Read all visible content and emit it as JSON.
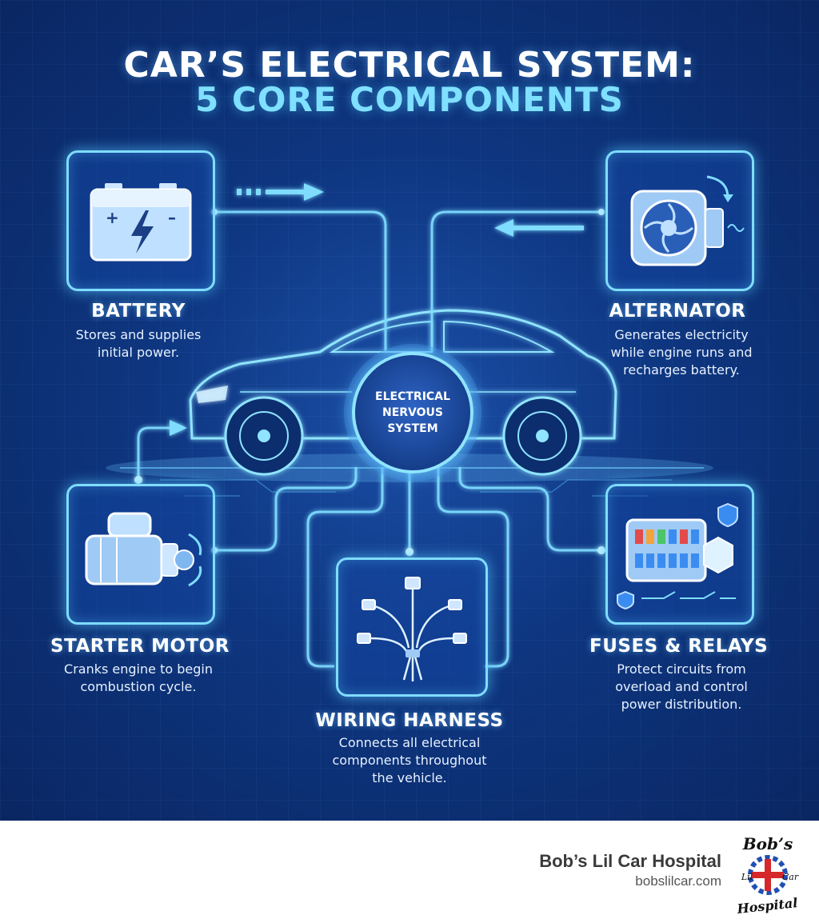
{
  "title": {
    "line1": "CAR’S ELECTRICAL SYSTEM:",
    "line2": "5 CORE COMPONENTS"
  },
  "hub": {
    "label": "ELECTRICAL\nNERVOUS\nSYSTEM"
  },
  "components": [
    {
      "id": "battery",
      "title": "BATTERY",
      "description": "Stores and supplies initial power.",
      "icon": "battery-icon"
    },
    {
      "id": "alternator",
      "title": "ALTERNATOR",
      "description": "Generates electricity while engine runs and recharges battery.",
      "icon": "alternator-icon"
    },
    {
      "id": "starter_motor",
      "title": "STARTER MOTOR",
      "description": "Cranks engine to begin combustion cycle.",
      "icon": "starter-motor-icon"
    },
    {
      "id": "wiring_harness",
      "title": "WIRING HARNESS",
      "description": "Connects all electrical components throughout the vehicle.",
      "icon": "wiring-harness-icon"
    },
    {
      "id": "fuses_relays",
      "title": "FUSES & RELAYS",
      "description": "Protect circuits from overload and control power distribution.",
      "icon": "fuse-box-icon"
    }
  ],
  "footer": {
    "brand_name": "Bob’s Lil Car Hospital",
    "brand_url": "bobslilcar.com",
    "logo_text": [
      "Bob’s",
      "Lil",
      "Car",
      "Hospital"
    ]
  },
  "colors": {
    "background": "#0e3680",
    "glow": "#7fdcff",
    "accent_cyan": "#7fe0ff",
    "title_white": "#ffffff",
    "logo_red": "#d6282b",
    "logo_blue": "#1f4fb3"
  }
}
